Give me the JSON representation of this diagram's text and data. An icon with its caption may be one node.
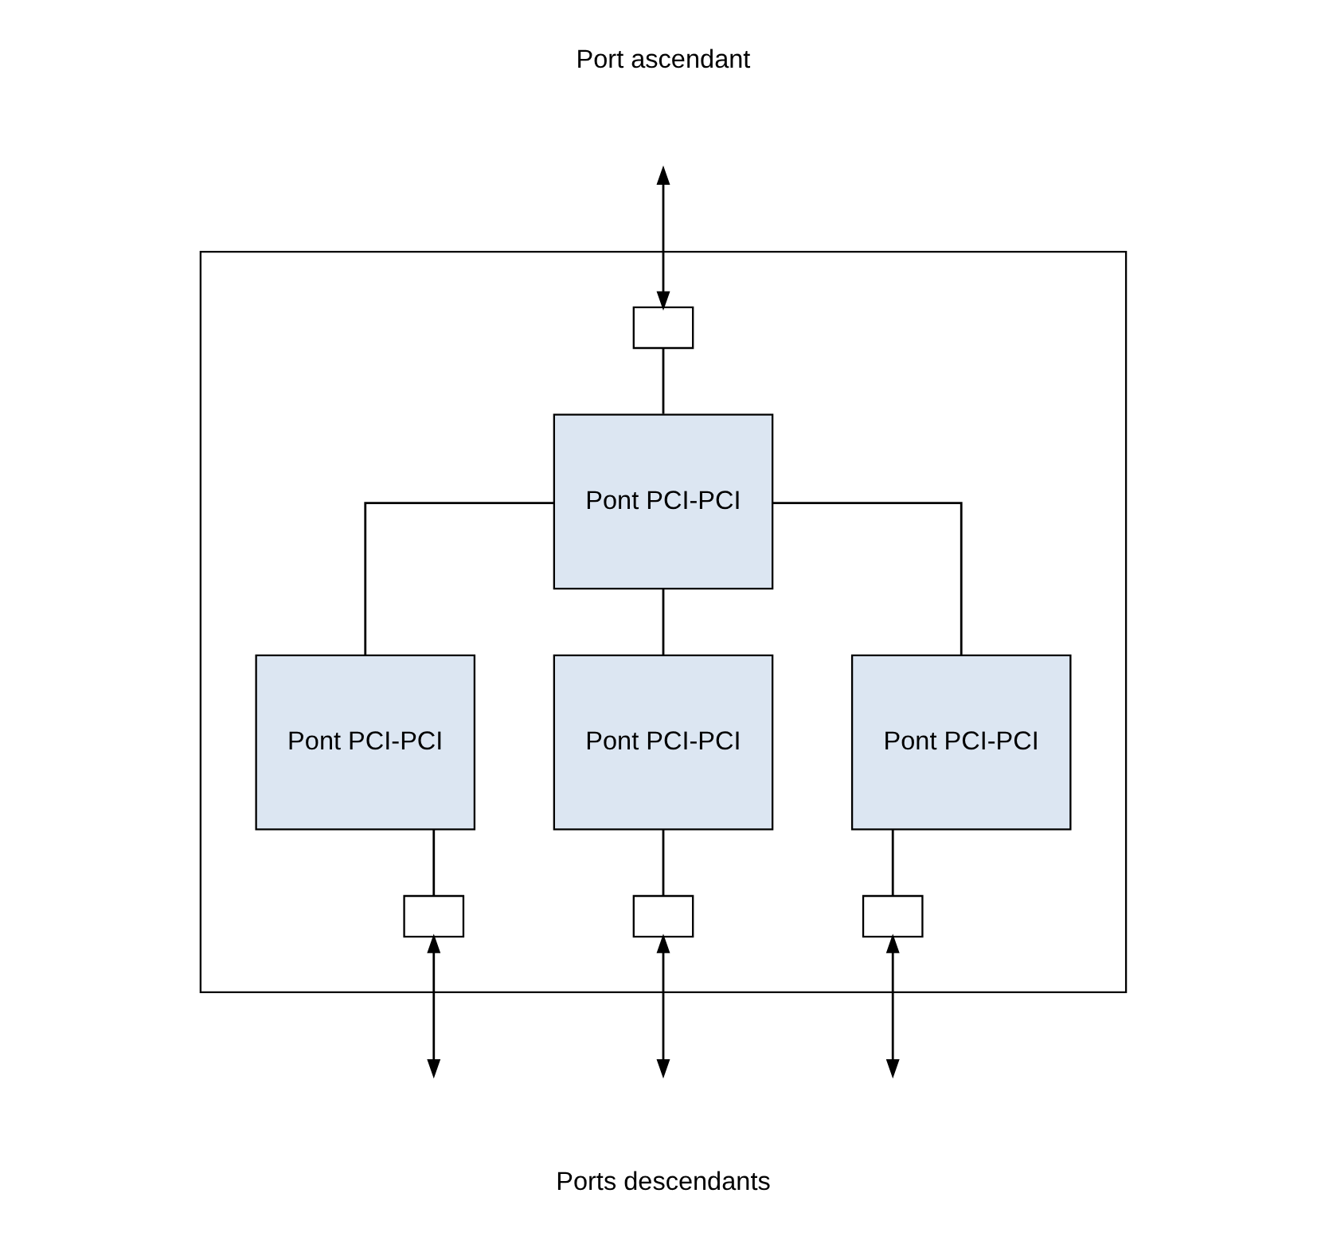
{
  "diagram": {
    "nodes": [
      {
        "text": [],
        "shape": "octagon"
      },
      {
        "text": [],
        "shape": "box",
        "in": 0
      },
      {
        "text": [
          "Pont PCI-PCI"
        ],
        "in": 0
      },
      {
        "text": [
          "Pont PCI-PCI"
        ],
        "in": 0
      },
      {
        "text": [
          "Pont PCI-PCI"
        ],
        "in": 0
      },
      {
        "text": [
          "Pont PCI-PCI"
        ],
        "in": 0
      },
      {
        "text": [],
        "shape": "box",
        "in": 0
      },
      {
        "text": [],
        "shape": "box",
        "in": 0
      },
      {
        "text": [],
        "shape": "box",
        "in": 0
      }
    ],
    "edges": [
      {
        "from": 1,
        "to": null,
        "arrow": "both"
      },
      {
        "from": 1,
        "to": 2,
        "arrow": "none"
      },
      {
        "from": 2,
        "to": 3,
        "arrow": "none"
      },
      {
        "from": 2,
        "to": 4,
        "arrow": "none"
      },
      {
        "from": 2,
        "to": 5,
        "arrow": "none"
      },
      {
        "from": 3,
        "to": 6,
        "arrow": "none"
      },
      {
        "from": 4,
        "to": 7,
        "arrow": "none"
      },
      {
        "from": 5,
        "to": 8,
        "arrow": "none"
      },
      {
        "from": 6,
        "to": null,
        "arrow": "both"
      },
      {
        "from": 7,
        "to": null,
        "arrow": "both"
      },
      {
        "from": 8,
        "to": null,
        "arrow": "both"
      }
    ],
    "labels": [
      "Port ascendant",
      "Ports descendants"
    ]
  }
}
